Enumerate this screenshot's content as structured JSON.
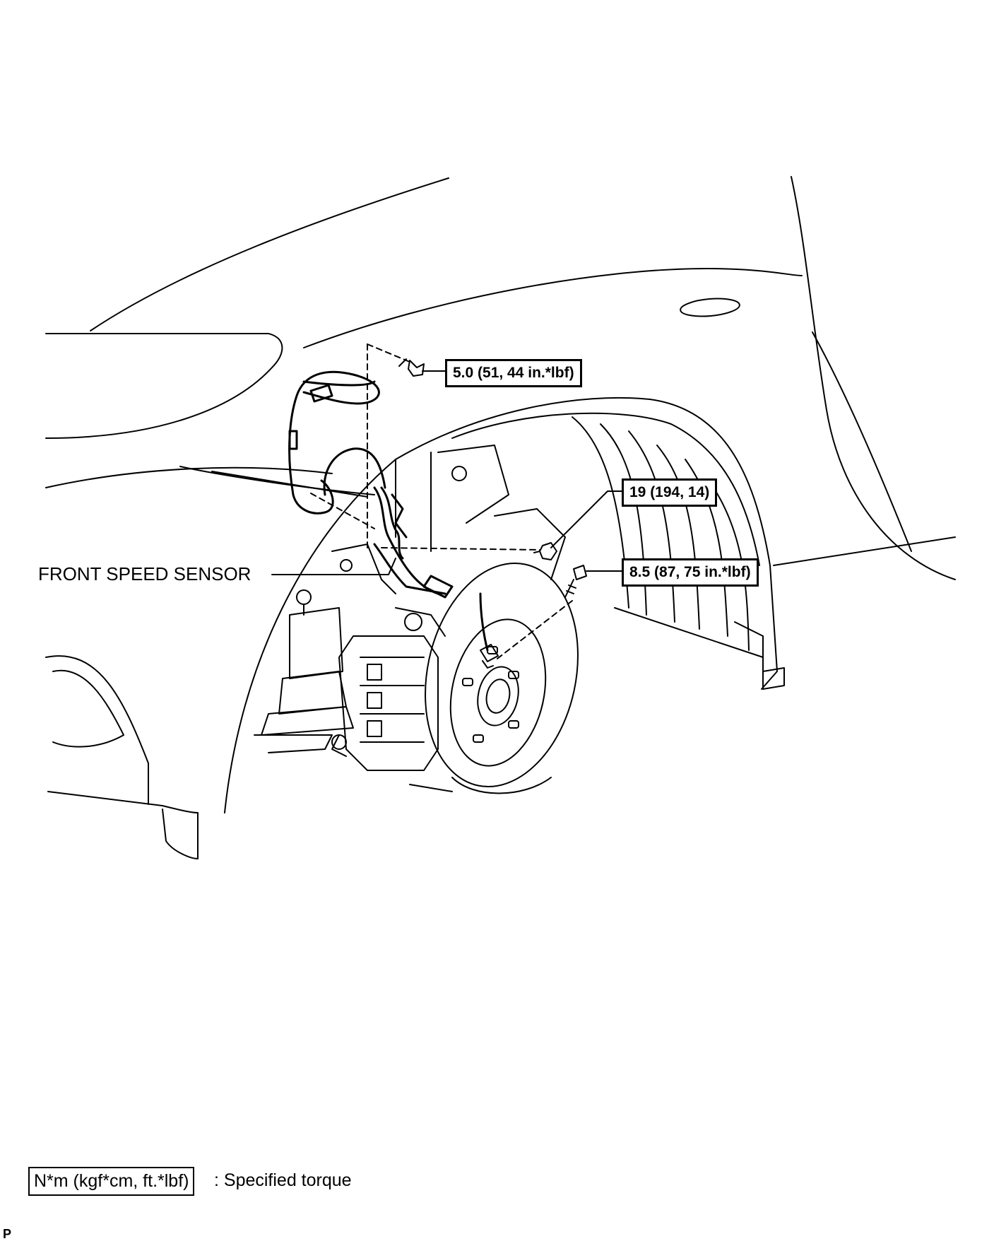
{
  "callouts": {
    "bolt_top": "5.0 (51, 44 in.*lbf)",
    "bolt_middle": "19 (194, 14)",
    "bolt_lower": "8.5 (87, 75 in.*lbf)"
  },
  "labels": {
    "sensor": "FRONT SPEED SENSOR"
  },
  "legend": {
    "unit_box": "N*m (kgf*cm, ft.*lbf)",
    "description": ": Specified torque"
  },
  "corner_mark": "P"
}
